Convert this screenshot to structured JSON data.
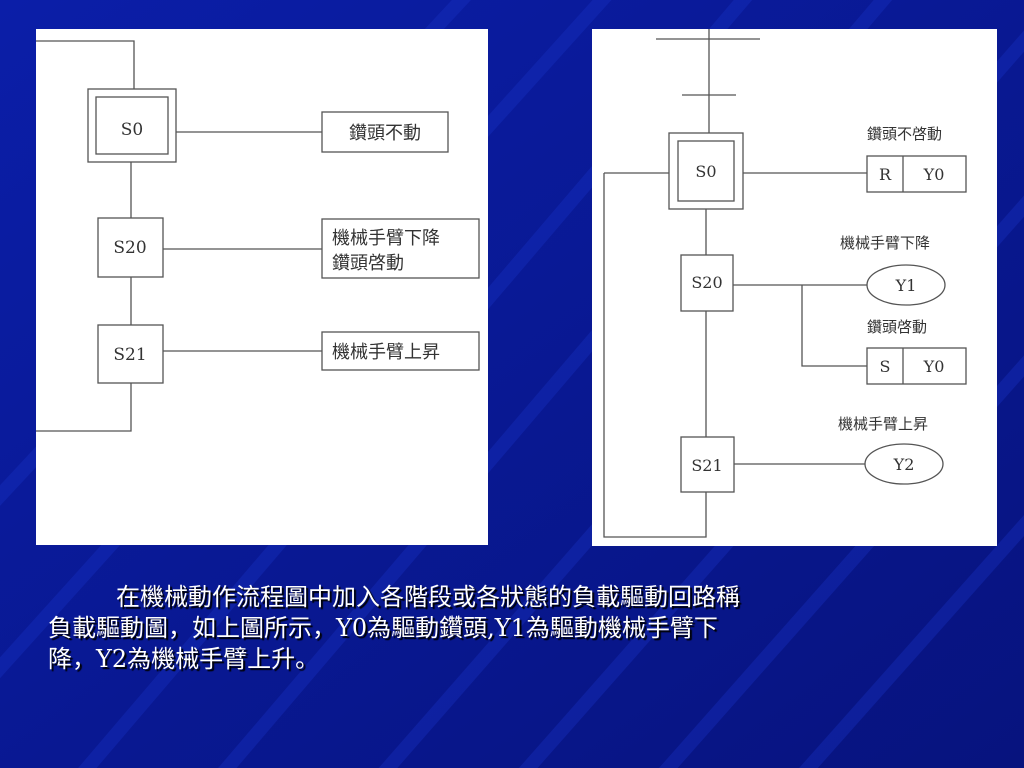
{
  "colors": {
    "background": "#0a1a9c",
    "panel": "#ffffff",
    "line": "#555555",
    "caption_text": "#ffffff"
  },
  "left_diagram": {
    "steps": [
      "S0",
      "S20",
      "S21"
    ],
    "actions": [
      {
        "lines": [
          "鑽頭不動"
        ]
      },
      {
        "lines": [
          "機械手臂下降",
          "鑽頭啓動"
        ]
      },
      {
        "lines": [
          "機械手臂上昇"
        ]
      }
    ]
  },
  "right_diagram": {
    "steps": [
      "S0",
      "S20",
      "S21"
    ],
    "labels": [
      "鑽頭不啓動",
      "機械手臂下降",
      "鑽頭啓動",
      "機械手臂上昇"
    ],
    "reset_box": {
      "op": "R",
      "target": "Y0"
    },
    "set_box": {
      "op": "S",
      "target": "Y0"
    },
    "coils": [
      "Y1",
      "Y2"
    ]
  },
  "caption": {
    "line1": "在機械動作流程圖中加入各階段或各狀態的負載驅動回路稱",
    "line2": "負載驅動圖，如上圖所示，Y0為驅動鑽頭,Y1為驅動機械手臂下",
    "line3": "降，Y2為機械手臂上升。"
  }
}
